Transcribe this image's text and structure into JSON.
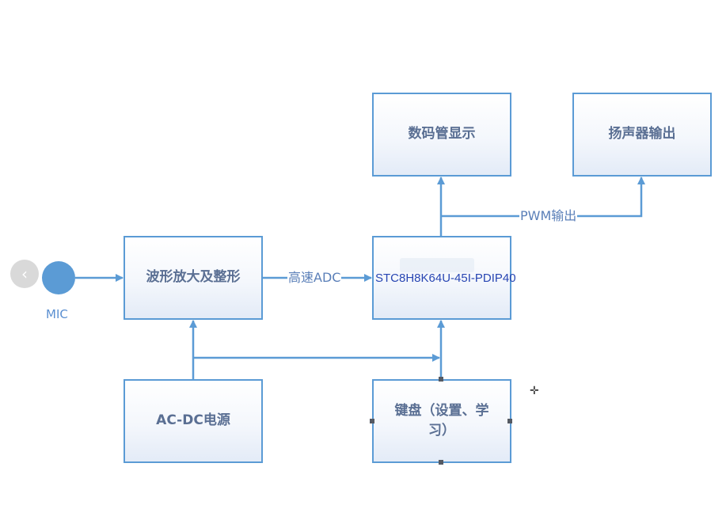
{
  "mic": {
    "label": "MIC"
  },
  "blocks": {
    "amp": "波形放大及整形",
    "mcu": "STC8H8K64U-45I-PDIP40",
    "display": "数码管显示",
    "speaker": "扬声器输出",
    "power": "AC-DC电源",
    "keyboard": "键盘（设置、学习）"
  },
  "edges": {
    "adc": "高速ADC",
    "pwm": "PWM输出"
  },
  "colors": {
    "line": "#5b9bd5",
    "text": "#5a6f93",
    "node": "#5b9bd5"
  },
  "icons": {
    "back": "chevron-left-icon",
    "cursor": "crosshair-icon"
  }
}
